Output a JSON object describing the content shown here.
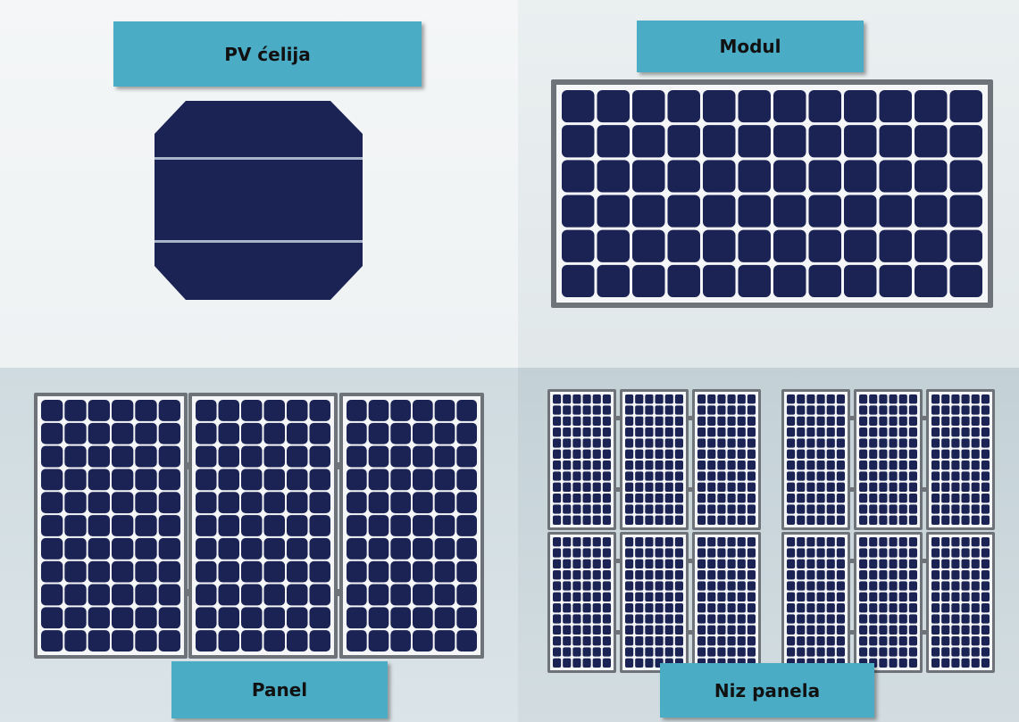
{
  "labels": {
    "cell": "PV ćelija",
    "module": "Modul",
    "panel": "Panel",
    "array": "Niz panela"
  },
  "colors": {
    "cell_fill": "#1b2254",
    "busbar": "#a9b4c8",
    "frame": "#6d7378",
    "frame_inner": "#f5f6f7",
    "label_bg": "#4bacc6"
  }
}
